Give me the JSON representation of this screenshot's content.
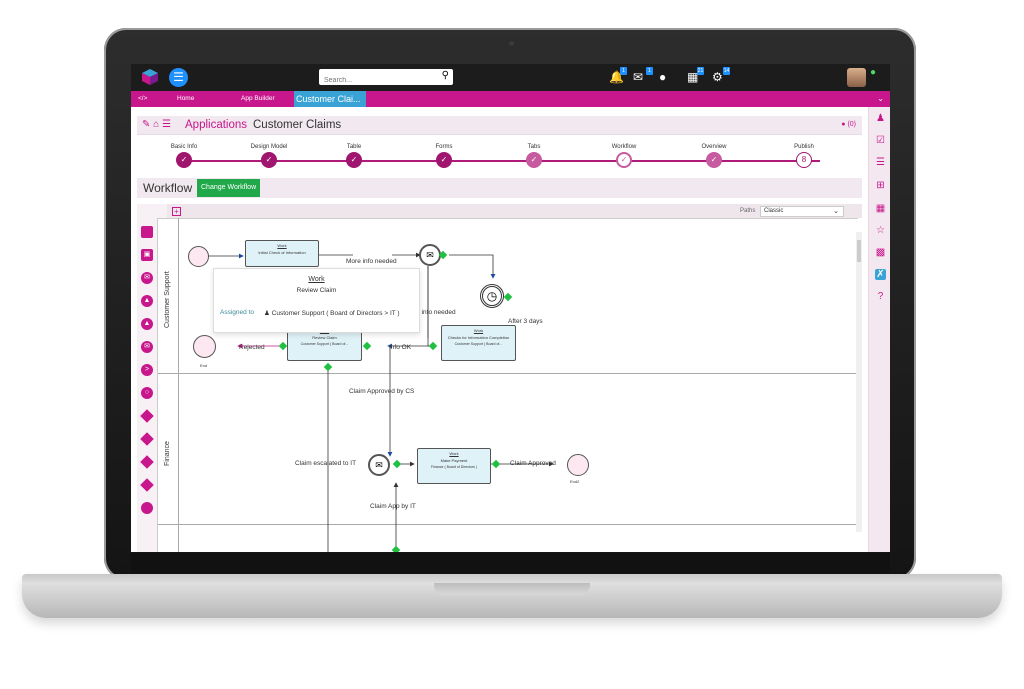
{
  "topbar": {
    "search_placeholder": "Search...",
    "badges": {
      "notifications": "1",
      "messages": "1",
      "calendar": "21",
      "settings": "14"
    }
  },
  "nav": {
    "home": "Home",
    "app_builder": "App Builder",
    "active_tab": "Customer Clai..."
  },
  "title": {
    "applications": "Applications",
    "app_name": "Customer Claims",
    "comments": "(0)"
  },
  "steps": [
    {
      "label": "Basic Info",
      "state": "done"
    },
    {
      "label": "Design Model",
      "state": "done"
    },
    {
      "label": "Table",
      "state": "done"
    },
    {
      "label": "Forms",
      "state": "done"
    },
    {
      "label": "Tabs",
      "state": "done-light"
    },
    {
      "label": "Workflow",
      "state": "current"
    },
    {
      "label": "Overview",
      "state": "done-light"
    },
    {
      "label": "Publish",
      "state": "number",
      "number": "8"
    }
  ],
  "workflow": {
    "title": "Workflow",
    "change_button": "Change Workflow",
    "paths_label": "Paths",
    "paths_value": "Classic"
  },
  "lanes": {
    "customer_support": "Customer Support",
    "finance": "Finance"
  },
  "tasks": {
    "initial": {
      "link": "Work",
      "name": "Initial Check of Information"
    },
    "review": {
      "link": "Work",
      "name": "Review Claim",
      "assignee": "Customer Support ( Board of..."
    },
    "checks": {
      "link": "Work",
      "name": "Checks for Information Completion",
      "assignee": "Customer Support ( Board of..."
    },
    "payment": {
      "link": "Work",
      "name": "Make Payment",
      "assignee": "Finance ( Board of Directors )"
    }
  },
  "popup": {
    "link": "Work",
    "name": "Review Claim",
    "assigned_label": "Assigned to",
    "assigned_value": "Customer Support ( Board of Directors > IT )"
  },
  "flows": {
    "more_info_needed_1": "More info needed",
    "more_info_needed_2": "More info needed",
    "after_3_days": "After 3 days",
    "rejected": "Rejected",
    "info_ok": "Info OK",
    "claim_approved_by_cs": "Claim Approved by CS",
    "claim_escalated": "Claim escalated to IT",
    "claim_approved": "Claim Approved",
    "claim_app_by_it": "Claim App by IT"
  },
  "events": {
    "end1": "End",
    "end2": "End2"
  },
  "colors": {
    "brand": "#c8168c",
    "accent": "#3aa3d6",
    "green": "#20a84a"
  }
}
